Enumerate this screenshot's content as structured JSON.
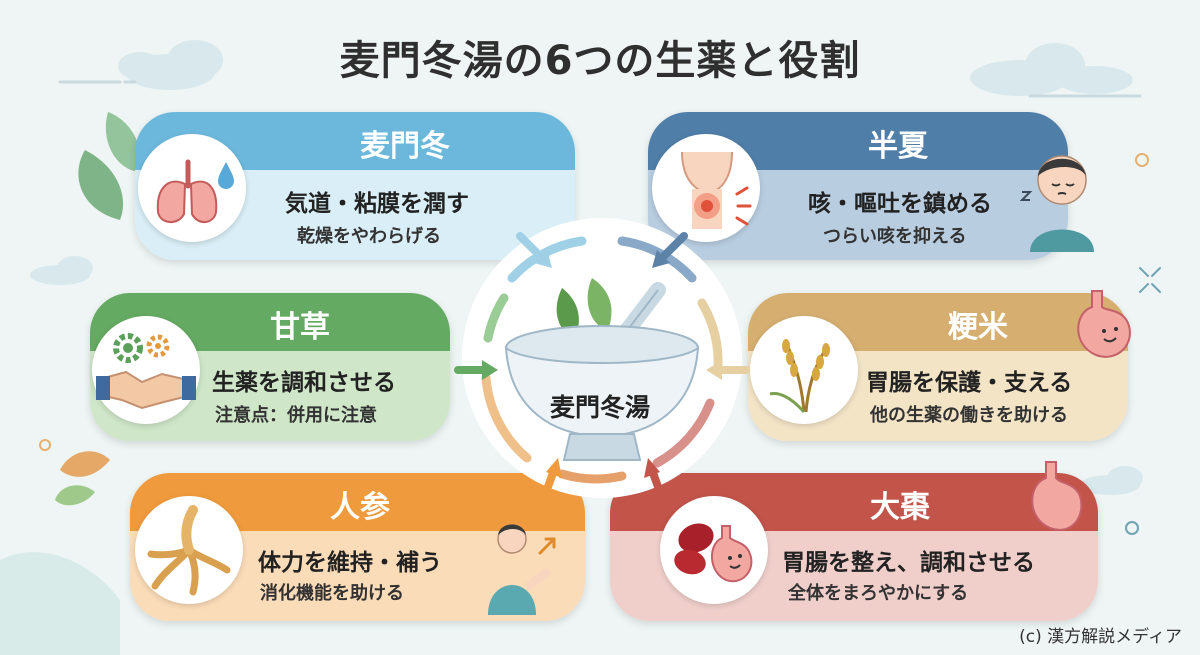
{
  "title": "麦門冬湯の6つの生薬と役割",
  "center": {
    "label": "麦門冬湯"
  },
  "herbs": [
    {
      "name": "麦門冬",
      "role": "気道・粘膜を潤す",
      "note": "乾燥をやわらげる",
      "color": "#6cb8dc",
      "icon": "lungs-icon"
    },
    {
      "name": "半夏",
      "role": "咳・嘔吐を鎮める",
      "note": "つらい咳を抑える",
      "color": "#4f7ea8",
      "icon": "throat-icon"
    },
    {
      "name": "甘草",
      "role": "生薬を調和させる",
      "note": "注意点：併用に注意",
      "color": "#64aa62",
      "icon": "handshake-gears-icon"
    },
    {
      "name": "粳米",
      "role": "胃腸を保護・支える",
      "note": "他の生薬の働きを助ける",
      "color": "#d5ae70",
      "icon": "rice-plant-icon"
    },
    {
      "name": "人参",
      "role": "体力を維持・補う",
      "note": "消化機能を助ける",
      "color": "#ef9a3c",
      "icon": "ginseng-root-icon"
    },
    {
      "name": "大棗",
      "role": "胃腸を整え、調和させる",
      "note": "全体をまろやかにする",
      "color": "#c2544a",
      "icon": "jujube-icon"
    }
  ],
  "credit": "(c) 漢方解説メディア"
}
